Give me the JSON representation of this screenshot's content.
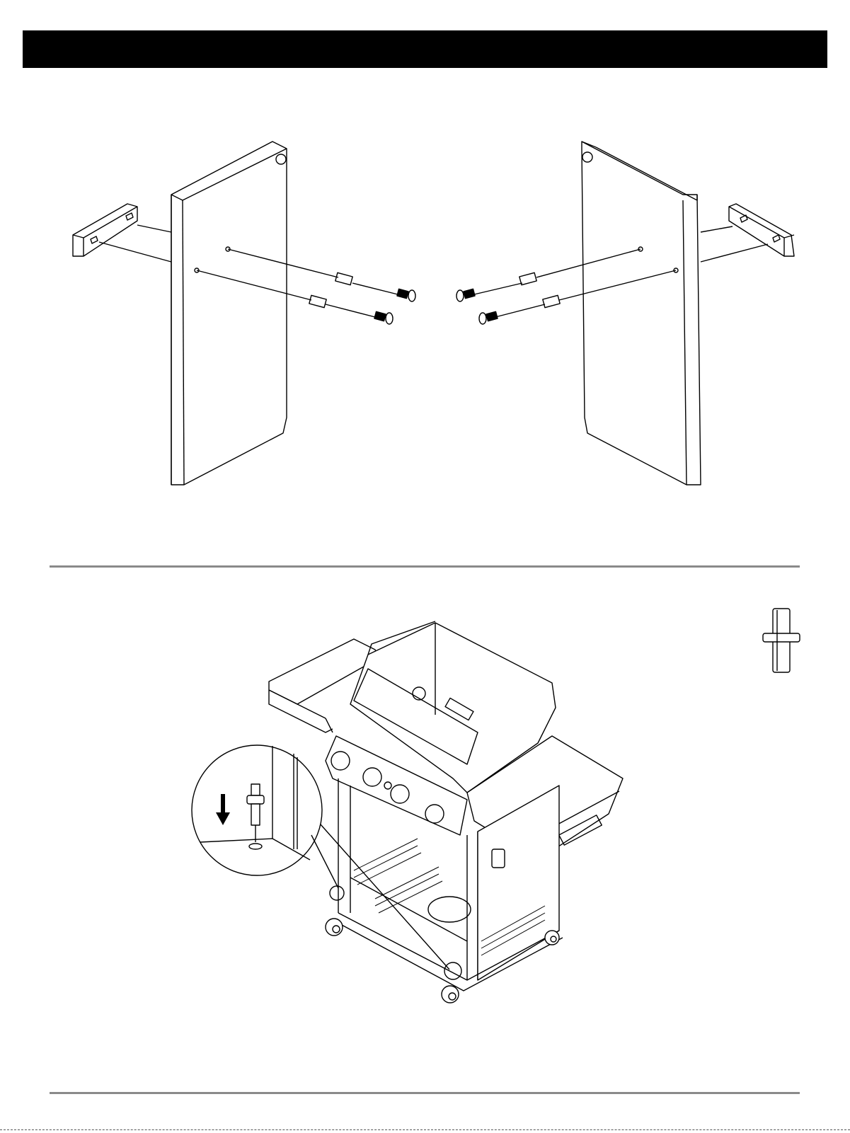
{
  "document": {
    "header_bar": {
      "color": "#000000"
    },
    "step_upper": {
      "description_icons": [
        "side-panel-left",
        "side-panel-right",
        "bracket",
        "screw",
        "spacer"
      ]
    },
    "step_lower": {
      "description_icons": [
        "grill",
        "caster-pin",
        "down-arrow",
        "detail-circle"
      ]
    }
  }
}
